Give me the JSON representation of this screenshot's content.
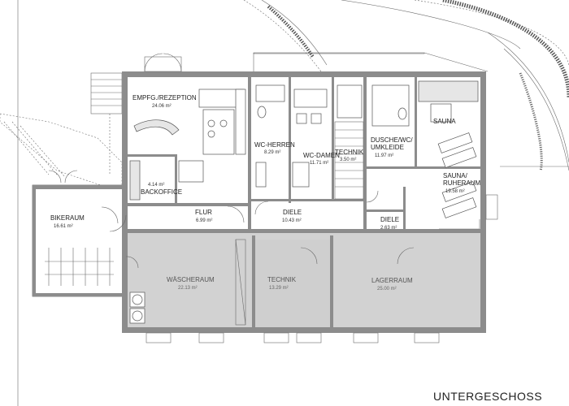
{
  "plan_title": "UNTERGESCHOSS",
  "rooms": {
    "empfang": {
      "name": "EMPFG./REZEPTION",
      "area": "24.06 m²"
    },
    "backoffice": {
      "name": "BACKOFFICE",
      "area": "4.14 m²"
    },
    "wc_herren": {
      "name": "WC-HERREN",
      "area": "8.29 m²"
    },
    "wc_damen": {
      "name": "WC-DAMEN",
      "area": "11.71 m²"
    },
    "technik_small": {
      "name": "TECHNIK",
      "area": "3.50 m²"
    },
    "dusche": {
      "name": "DUSCHE/WC/",
      "name2": "UMKLEIDE",
      "area": "11.97 m²"
    },
    "sauna": {
      "name": "SAUNA"
    },
    "ruheraum": {
      "name": "SAUNA/",
      "name2": "RUHERAUM",
      "area": "19.58 m²"
    },
    "bikeraum": {
      "name": "BIKERAUM",
      "area": "16.61 m²"
    },
    "flur": {
      "name": "FLUR",
      "area": "6.99 m²"
    },
    "diele": {
      "name": "DIELE",
      "area": "10.43 m²"
    },
    "diele2": {
      "name": "DIELE",
      "area": "2.63 m²"
    },
    "waescheraum": {
      "name": "WÄSCHERAUM",
      "area": "22.13 m²"
    },
    "technik": {
      "name": "TECHNIK",
      "area": "13.29 m²"
    },
    "lagerraum": {
      "name": "LAGERRAUM",
      "area": "25.00 m²"
    }
  }
}
